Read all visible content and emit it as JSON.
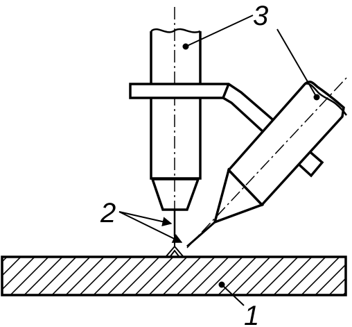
{
  "figure": {
    "labels": {
      "base_plate": "1",
      "arc_spot": "2",
      "electrodes": "3"
    },
    "colors": {
      "line": "#000000",
      "background": "#ffffff"
    }
  }
}
